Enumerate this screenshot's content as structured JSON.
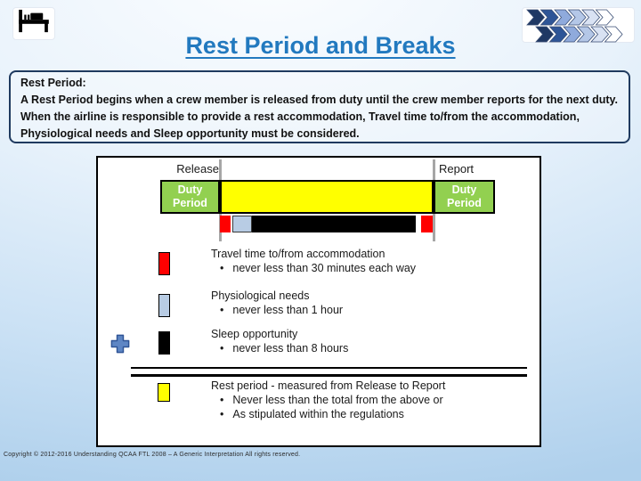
{
  "title": "Rest Period and Breaks",
  "decoration": {
    "bed_icon": "bed-icon",
    "chevron_colors": [
      "#1F3864",
      "#2E5597",
      "#8FAADC",
      "#B4C7E7",
      "#D9E2F3",
      "#FFFFFF"
    ]
  },
  "intro": {
    "heading": "Rest Period:",
    "p_prefix": "A ",
    "p_bold": "Rest Period",
    "p_rest": " begins when a crew member is released from duty until the crew member reports for the next duty. When the airline is responsible to provide a rest accommodation, Travel time to/from the accommodation, Physiological needs and Sleep opportunity must be considered."
  },
  "diagram": {
    "release_label": "Release",
    "report_label": "Report",
    "duty_left": "Duty Period",
    "duty_right": "Duty Period",
    "colors": {
      "duty_green": "#92D050",
      "rest_yellow": "#FFFF00",
      "travel_red": "#FF0000",
      "physio_blue": "#B8CCE4",
      "sleep_black": "#000000",
      "marker_gray": "#A6A6A6"
    },
    "legend": [
      {
        "swatch": "#FF0000",
        "title": "Travel time to/from accommodation",
        "bullets": [
          "never less than 30 minutes each way"
        ]
      },
      {
        "swatch": "#B8CCE4",
        "title": "Physiological needs",
        "bullets": [
          "never less than 1 hour"
        ]
      },
      {
        "swatch": "#000000",
        "title": "Sleep opportunity",
        "bullets": [
          "never less than 8 hours"
        ]
      }
    ],
    "total": {
      "swatch": "#FFFF00",
      "title": "Rest period - measured from Release to Report",
      "bullets": [
        "Never less than the total from the above or",
        "As stipulated within the regulations"
      ]
    }
  },
  "footer": {
    "copyright": "Copyright © 2012-2016 Understanding QCAA FTL 2008 – A Generic Interpretation All rights reserved."
  },
  "accent_colors": {
    "title_blue": "#2279BF",
    "box_border_navy": "#1F3A5F",
    "plus_blue": "#5E86C4"
  }
}
